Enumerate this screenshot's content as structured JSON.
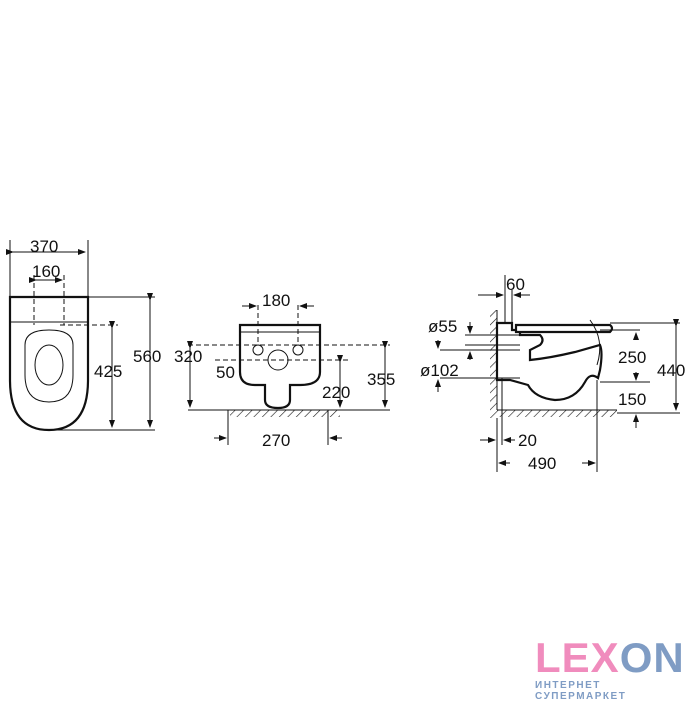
{
  "drawing": {
    "top_view": {
      "width_total": "370",
      "width_inner": "160",
      "depth_fixing": "425",
      "depth_total": "560"
    },
    "front_view": {
      "fixing_spacing": "180",
      "height_fixing_low": "320",
      "offset": "50",
      "height_outlet": "220",
      "height_fixing_high": "355",
      "width_base": "270"
    },
    "side_view": {
      "wall_offset": "60",
      "inlet_diameter": "ø55",
      "outlet_diameter": "ø102",
      "height_bowl": "250",
      "height_total": "440",
      "height_bottom": "150",
      "gap": "20",
      "depth_total": "490"
    }
  },
  "logo": {
    "word_pink": "LEX",
    "word_blue": "ON",
    "tagline": "ИНТЕРНЕТ СУПЕРМАРКЕТ",
    "colors": {
      "pink": "#f08cbd",
      "blue": "#7f9cc4"
    }
  }
}
